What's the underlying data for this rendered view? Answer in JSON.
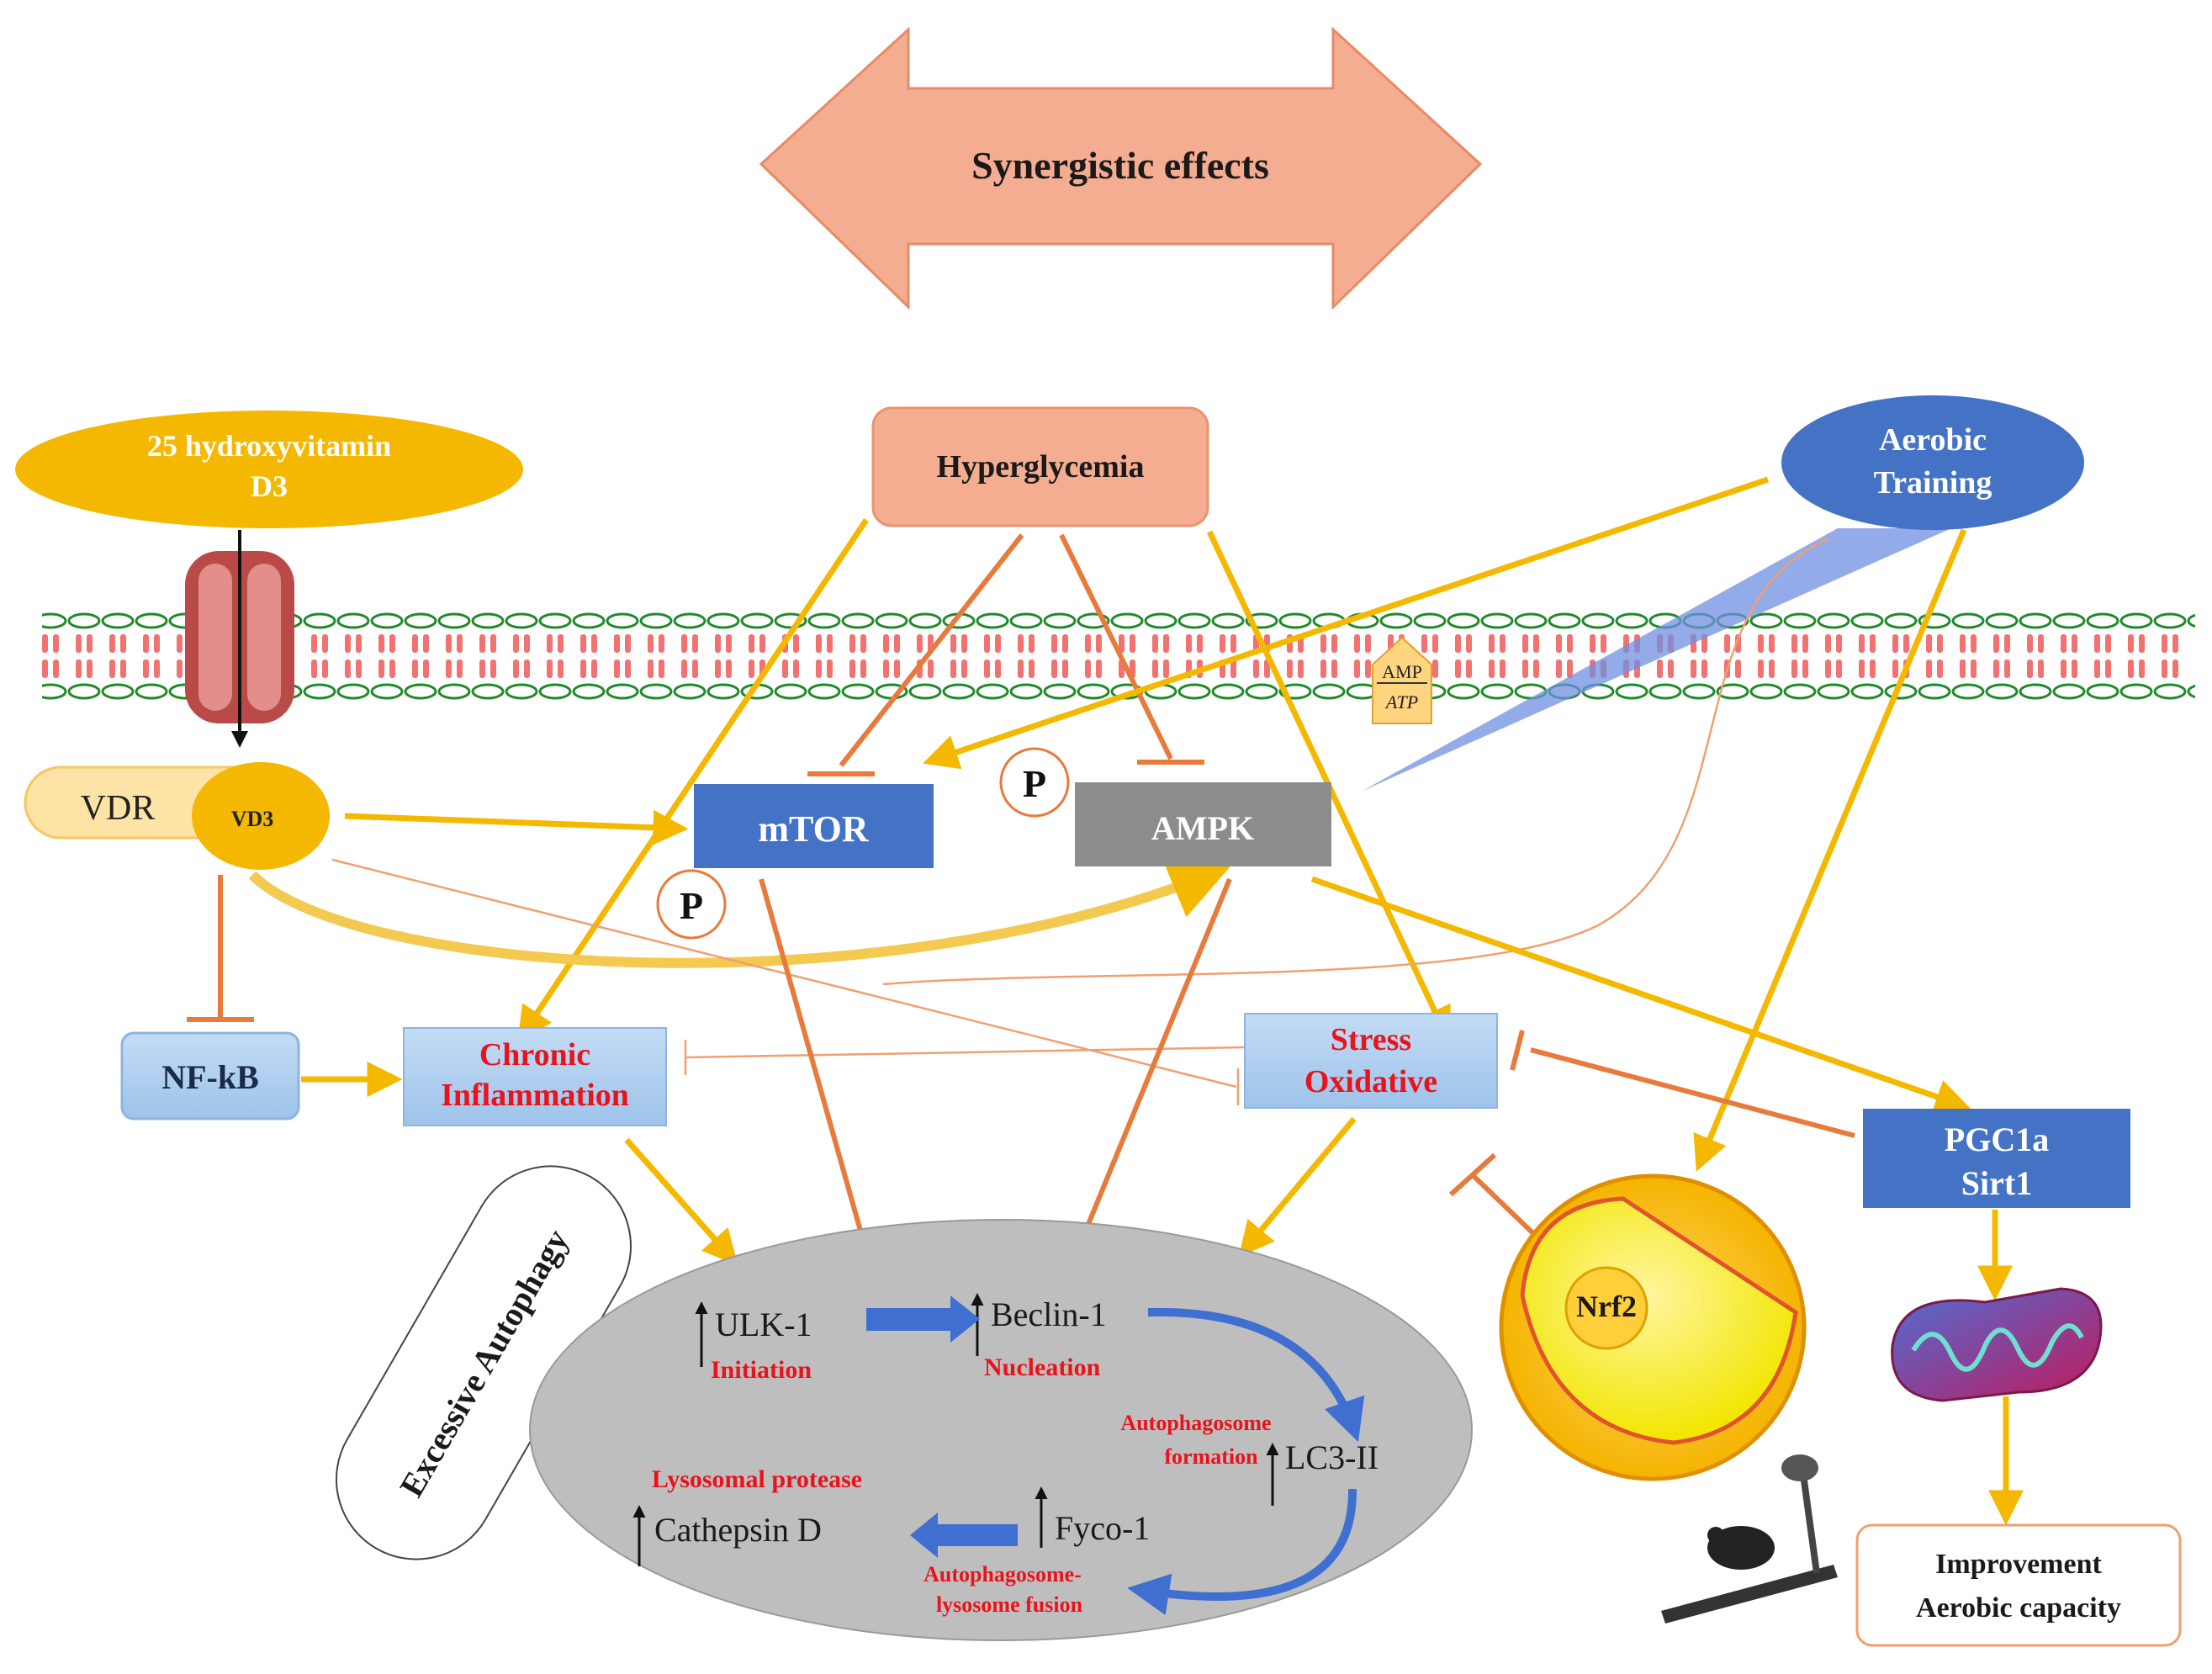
{
  "synergy": {
    "label": "Synergistic effects"
  },
  "inputs": {
    "vitamin": {
      "line1": "25 hydroxyvitamin",
      "line2": "D3"
    },
    "hyperglycemia": "Hyperglycemia",
    "aerobic": {
      "line1": "Aerobic",
      "line2": "Training"
    }
  },
  "membrane": {
    "amp": "AMP",
    "atp": "ATP"
  },
  "receptor": {
    "vdr": "VDR",
    "vd3": "VD3"
  },
  "kinases": {
    "mtor": "mTOR",
    "ampk": "AMPK",
    "phospho": "P"
  },
  "nodes": {
    "nfkb": "NF-kB",
    "inflammation": {
      "line1": "Chronic",
      "line2": "Inflammation"
    },
    "oxidative": {
      "line1": "Stress",
      "line2": "Oxidative"
    },
    "pgc": {
      "line1": "PGC1a",
      "line2": "Sirt1"
    },
    "nrf2": "Nrf2",
    "improvement": {
      "line1": "Improvement",
      "line2": "Aerobic capacity"
    }
  },
  "autophagy": {
    "label": "Excessive Autophagy",
    "ulk": "ULK-1",
    "initiation": "Initiation",
    "beclin": "Beclin-1",
    "nucleation": "Nucleation",
    "formation1": "Autophagosome",
    "formation2": "formation",
    "lc3": "LC3-II",
    "fyco": "Fyco-1",
    "fusion1": "Autophagosome-",
    "fusion2": "lysosome fusion",
    "protease": "Lysosomal protease",
    "cathepsin": "Cathepsin D",
    "up": "↑"
  },
  "colors": {
    "salmon": "#f4ad91",
    "gold": "#f5b800",
    "blue": "#4472c4",
    "lightblue": "#a9cbee",
    "gray": "#8c8c8c",
    "orange_line": "#e87a3c",
    "red_text": "#e8131b"
  }
}
